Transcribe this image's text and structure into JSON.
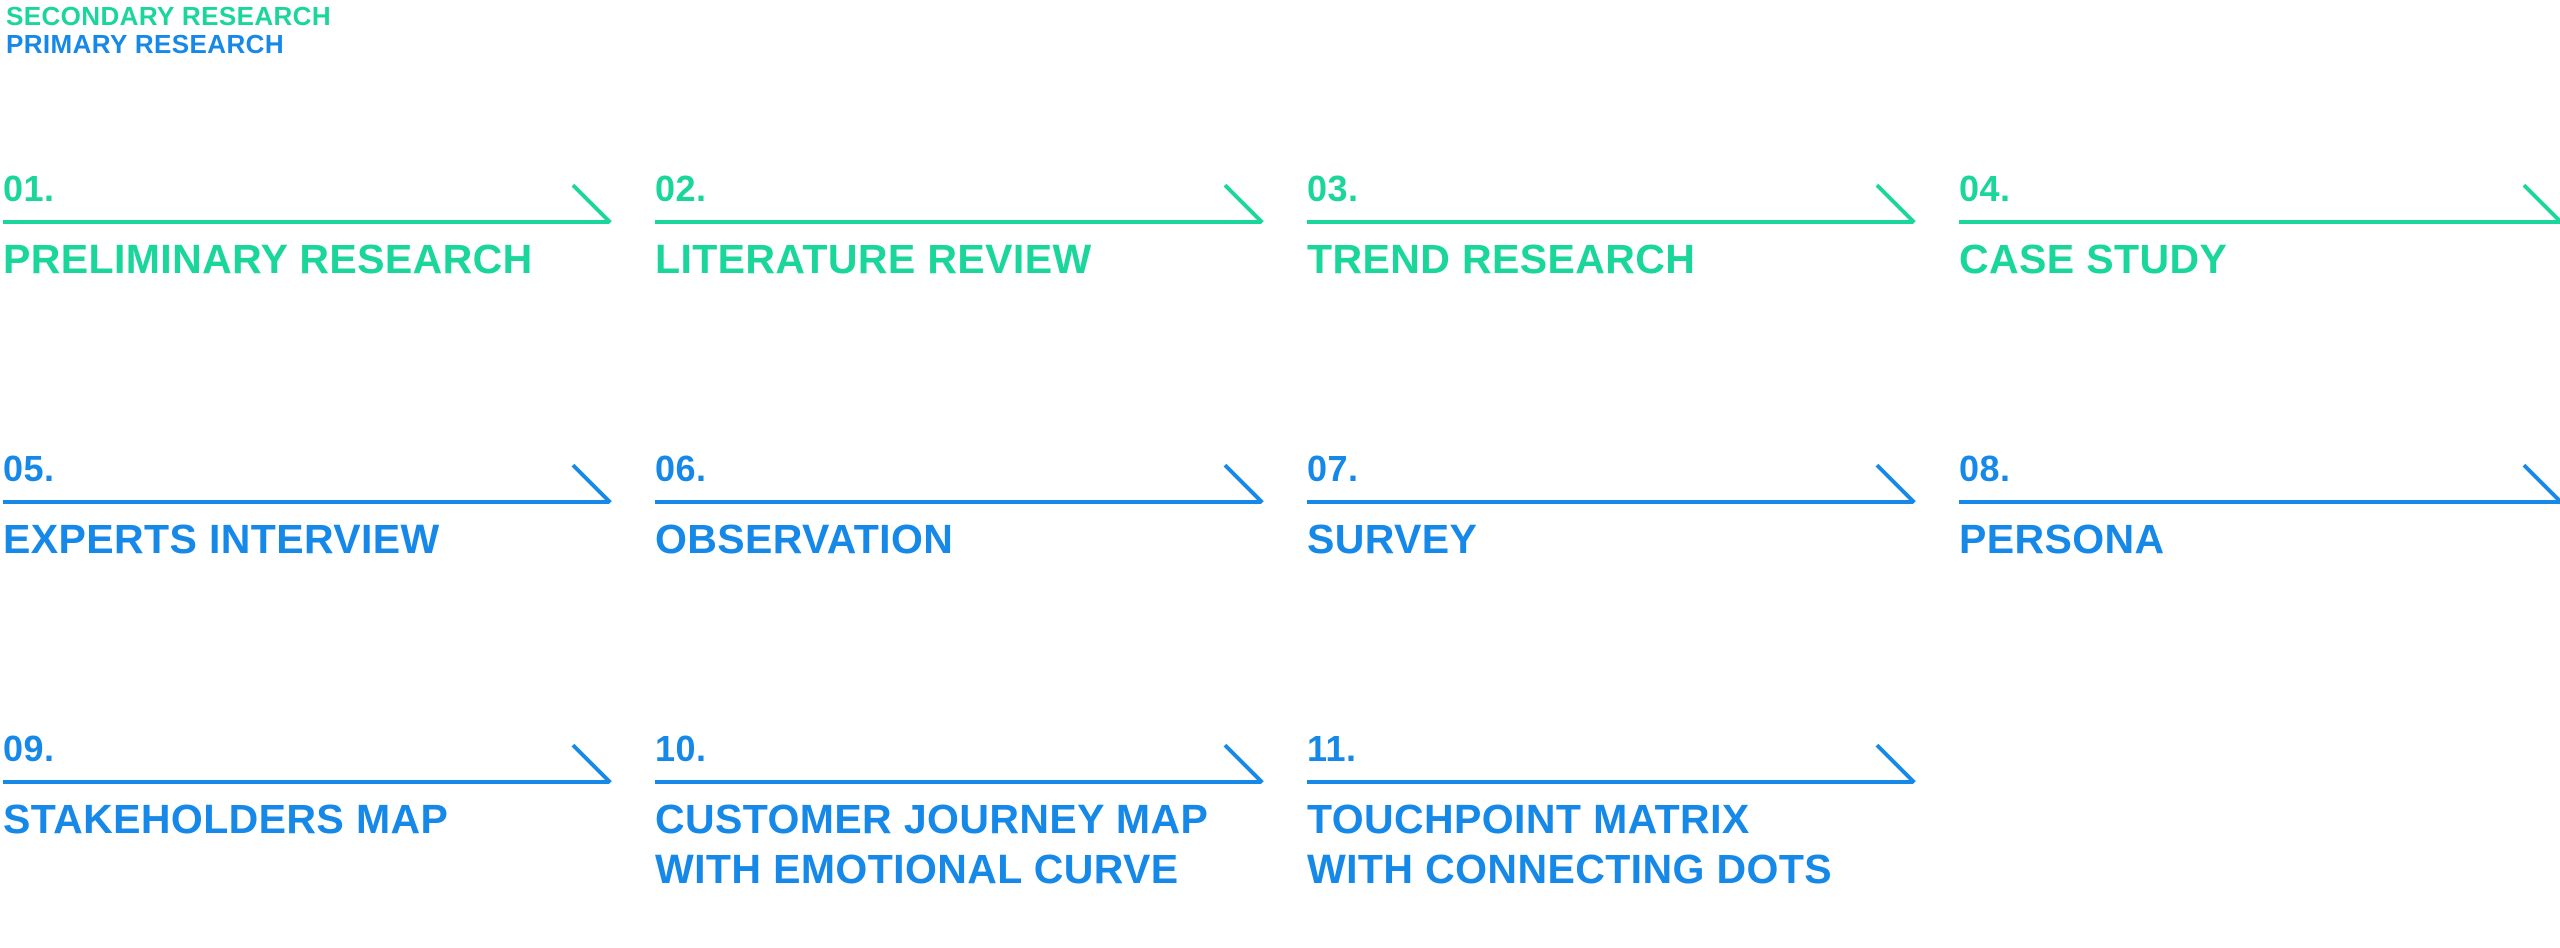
{
  "legend": {
    "secondary_label": "SECONDARY RESEARCH",
    "primary_label": "PRIMARY RESEARCH"
  },
  "colors": {
    "secondary_green": "#1BD69B",
    "primary_blue": "#1689E8",
    "background": "#FFFFFF"
  },
  "methods": [
    {
      "number": "01.",
      "label": "PRELIMINARY RESEARCH",
      "category": "secondary"
    },
    {
      "number": "02.",
      "label": "LITERATURE REVIEW",
      "category": "secondary"
    },
    {
      "number": "03.",
      "label": "TREND RESEARCH",
      "category": "secondary"
    },
    {
      "number": "04.",
      "label": "CASE STUDY",
      "category": "secondary"
    },
    {
      "number": "05.",
      "label": "EXPERTS INTERVIEW",
      "category": "primary"
    },
    {
      "number": "06.",
      "label": "OBSERVATION",
      "category": "primary"
    },
    {
      "number": "07.",
      "label": "SURVEY",
      "category": "primary"
    },
    {
      "number": "08.",
      "label": "PERSONA",
      "category": "primary"
    },
    {
      "number": "09.",
      "label": "STAKEHOLDERS MAP",
      "category": "primary"
    },
    {
      "number": "10.",
      "label": "CUSTOMER JOURNEY MAP\nWITH EMOTIONAL CURVE",
      "category": "primary"
    },
    {
      "number": "11.",
      "label": "TOUCHPOINT MATRIX\nWITH CONNECTING DOTS",
      "category": "primary"
    }
  ]
}
